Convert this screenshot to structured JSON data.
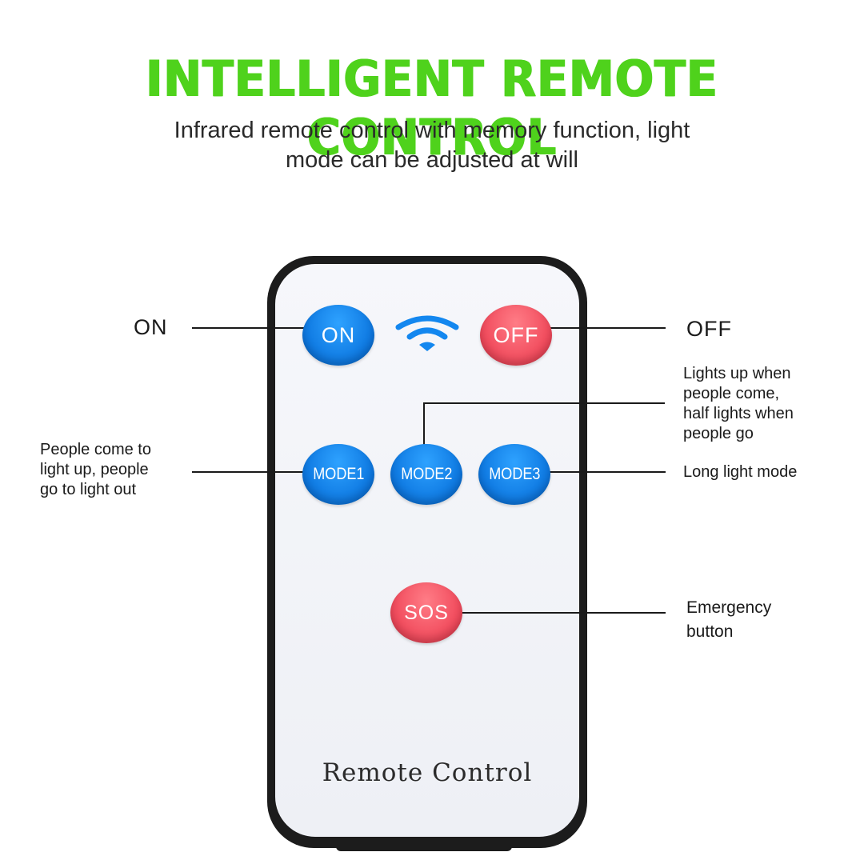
{
  "headline": "INTELLIGENT REMOTE CONTROL",
  "subtitle": {
    "line1": "Infrared remote control with memory function, light",
    "line2": "mode can be adjusted at will"
  },
  "remote": {
    "brand": "Remote Control",
    "buttons": {
      "on": "ON",
      "off": "OFF",
      "mode1": "MODE1",
      "mode2": "MODE2",
      "mode3": "MODE3",
      "sos": "SOS"
    },
    "signal_icon": "wifi-signal-icon"
  },
  "callouts": {
    "on": "ON",
    "off": "OFF",
    "mode1": [
      "People come to",
      "light up, people",
      "go to light out"
    ],
    "mode2": [
      "Lights up when",
      "people come,",
      "half lights when",
      "people go"
    ],
    "mode3": "Long light mode",
    "sos": [
      "Emergency",
      "button"
    ]
  },
  "colors": {
    "headline": "#4fd21c",
    "button_blue": "#0d77e0",
    "button_red": "#f0485a",
    "remote_body": "#1c1c1c"
  }
}
